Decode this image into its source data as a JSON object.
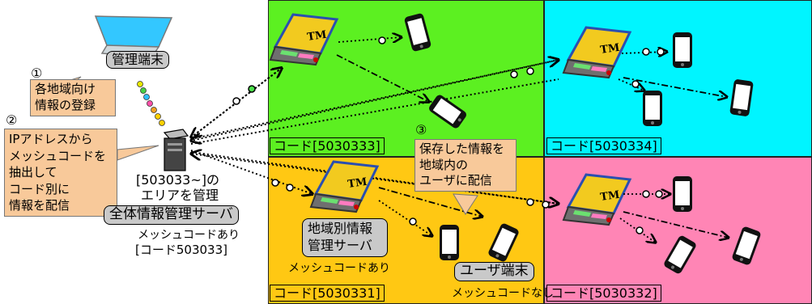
{
  "step_markers": {
    "step1": "①",
    "step2": "②",
    "step3": "③"
  },
  "admin": {
    "terminal_label": "管理端末",
    "register_line1": "各地域向け",
    "register_line2": "情報の登録"
  },
  "extract_note": {
    "line1": "IPアドレスから",
    "line2": "メッシュコードを",
    "line3": "抽出して",
    "line4": "コード別に",
    "line5": "情報を配信"
  },
  "main_server": {
    "area_line1": "[503033~]の",
    "area_line2": "エリアを管理",
    "label": "全体情報管理サーバ",
    "mesh_line1": "メッシュコードあり",
    "mesh_line2": "[コード503033]"
  },
  "regions": {
    "green_code": "コード[5030333]",
    "cyan_code": "コード[5030334]",
    "yellow_code": "コード[5030331]",
    "pink_code": "コード[5030332]"
  },
  "regional_server": {
    "label_line1": "地域別情報",
    "label_line2": "管理サーバ",
    "mesh": "メッシュコードあり"
  },
  "distribute_note": {
    "line1": "保存した情報を",
    "line2": "地域内の",
    "line3": "ユーザに配信"
  },
  "user_terminal": {
    "label": "ユーザ端末",
    "mesh": "メッシュコードなし"
  },
  "colors": {
    "green_region": "#5cf021",
    "cyan_region": "#00f5ff",
    "yellow_region": "#ffc813",
    "pink_region": "#ff85b5",
    "server_pill": "#c9c9c9",
    "note_box": "#f8c99a"
  }
}
